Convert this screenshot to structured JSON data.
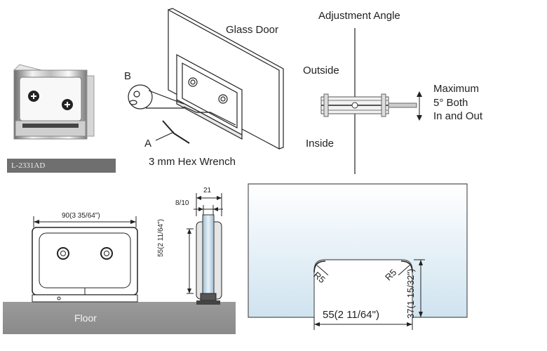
{
  "top": {
    "model_code": "L-2331AD",
    "glass_door_label": "Glass Door",
    "point_b_label": "B",
    "point_a_label": "A",
    "wrench_label": "3 mm Hex Wrench"
  },
  "adjustment": {
    "title": "Adjustment Angle",
    "outside_label": "Outside",
    "inside_label": "Inside",
    "note_line1": "Maximum",
    "note_line2": "5° Both",
    "note_line3": "In and Out"
  },
  "front_view": {
    "width_dim": "90(3 35/64\")",
    "floor_label": "Floor"
  },
  "side_view": {
    "width_dim": "21",
    "glass_dim": "8/10",
    "height_dim": "55(2 11/64\")"
  },
  "cutout": {
    "radius_left": "R5",
    "radius_right": "R5",
    "width_dim": "55(2 11/64\")",
    "depth_dim": "37(1 15/32\")"
  }
}
